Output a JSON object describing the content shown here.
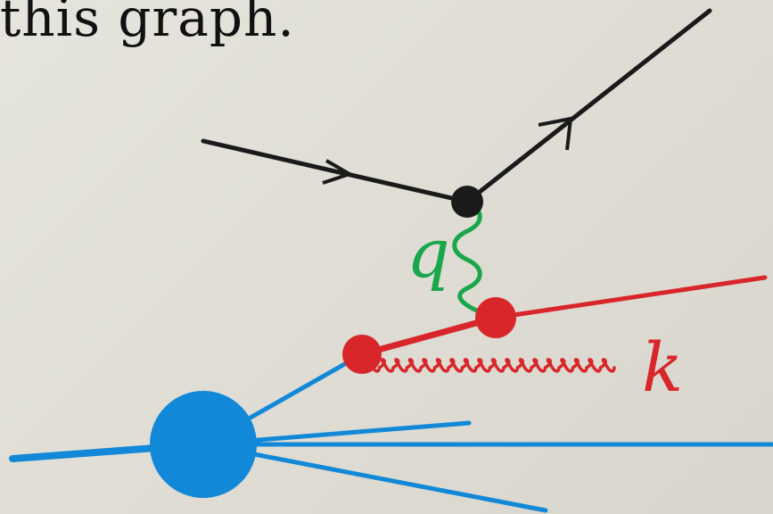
{
  "caption": "this graph.",
  "labels": {
    "photon_momentum": "q",
    "gluon_momentum": "k"
  },
  "colors": {
    "background": "#e2e1d8",
    "lepton": "#1a1a1a",
    "photon": "#1aa64a",
    "quark": "#d9262b",
    "proton": "#1188d8",
    "caption": "#111111"
  }
}
